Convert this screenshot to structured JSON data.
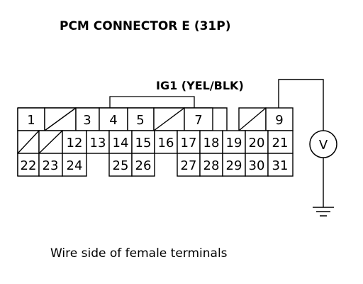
{
  "title": "PCM CONNECTOR E (31P)",
  "wire_label": "IG1 (YEL/BLK)",
  "caption": "Wire side of female terminals",
  "meter_symbol": "V",
  "pins": {
    "p1": "1",
    "p3": "3",
    "p4": "4",
    "p5": "5",
    "p7": "7",
    "p9": "9",
    "p12": "12",
    "p13": "13",
    "p14": "14",
    "p15": "15",
    "p16": "16",
    "p17": "17",
    "p18": "18",
    "p19": "19",
    "p20": "20",
    "p21": "21",
    "p22": "22",
    "p23": "23",
    "p24": "24",
    "p25": "25",
    "p26": "26",
    "p27": "27",
    "p28": "28",
    "p29": "29",
    "p30": "30",
    "p31": "31"
  }
}
